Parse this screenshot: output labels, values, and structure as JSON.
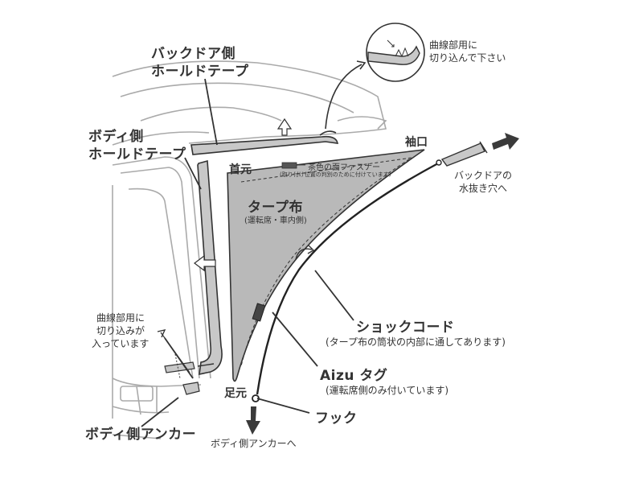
{
  "labels": {
    "backdoor_tape_line1": "バックドア側",
    "backdoor_tape_line2": "ホールドテープ",
    "body_tape_line1": "ボディ側",
    "body_tape_line2": "ホールドテープ",
    "inset_note_line1": "曲線部用に",
    "inset_note_line2": "切り込んで下さい",
    "sleeve": "袖口",
    "neck": "首元",
    "velcro_line1": "茶色の面ファスナー",
    "velcro_line2": "(取り付け位置の判別のために付けています)",
    "tarp_line1": "タープ布",
    "tarp_line2": "(運転席・車内側)",
    "drain_line1": "バックドアの",
    "drain_line2": "水抜き穴へ",
    "curve_note_line1": "曲線部用に",
    "curve_note_line2": "切り込みが",
    "curve_note_line3": "入っています",
    "shock_cord": "ショックコード",
    "shock_cord_note": "(タープ布の筒状の内部に通してあります)",
    "aizu_tag": "Aizu タグ",
    "aizu_note": "(運転席側のみ付いています)",
    "foot": "足元",
    "hook": "フック",
    "body_anchor": "ボディ側アンカー",
    "to_body_anchor": "ボディ側アンカーへ"
  },
  "colors": {
    "tarp_fill": "#b9b9b9",
    "tape_fill": "#c8c8c8",
    "line": "#333333",
    "car_line": "#aaaaaa",
    "arrow_dark": "#3a3a3a"
  }
}
